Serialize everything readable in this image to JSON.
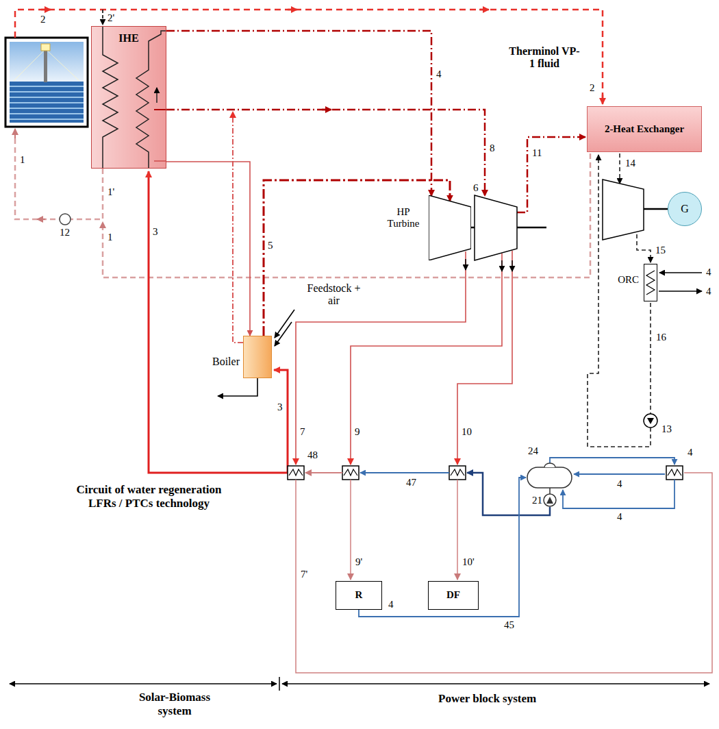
{
  "diagram": {
    "nodes": [
      {
        "text": [
          "IHE"
        ]
      },
      {
        "text": [
          "2-Heat Exchanger"
        ]
      },
      {
        "text": [
          "HP Turbine"
        ]
      },
      {
        "text": [
          "Boiler"
        ]
      },
      {
        "text": [
          "G"
        ]
      },
      {
        "text": [
          "ORC"
        ]
      },
      {
        "text": [
          "R"
        ]
      },
      {
        "text": [
          "DF"
        ]
      }
    ],
    "edges": [
      {
        "from": 0,
        "to": 2,
        "arrow": "to"
      },
      {
        "from": 0,
        "to": 3,
        "arrow": "to"
      },
      {
        "from": 3,
        "to": 2,
        "arrow": "to"
      }
    ],
    "labels": [
      "2",
      "2'",
      "1",
      "12",
      "1'",
      "1",
      "3",
      "Therminol VP-1 fluid",
      "4",
      "8",
      "11",
      "2",
      "14",
      "6",
      "5",
      "15",
      "4",
      "4",
      "16",
      "13",
      "Feedstock + air",
      "3",
      "7",
      "9",
      "10",
      "Circuit of water regeneration LFRs / PTCs technology",
      "48",
      "47",
      "24",
      "4",
      "21",
      "4",
      "4",
      "7'",
      "9'",
      "10'",
      "4",
      "45",
      "Solar-Biomass system",
      "Power block system"
    ]
  }
}
